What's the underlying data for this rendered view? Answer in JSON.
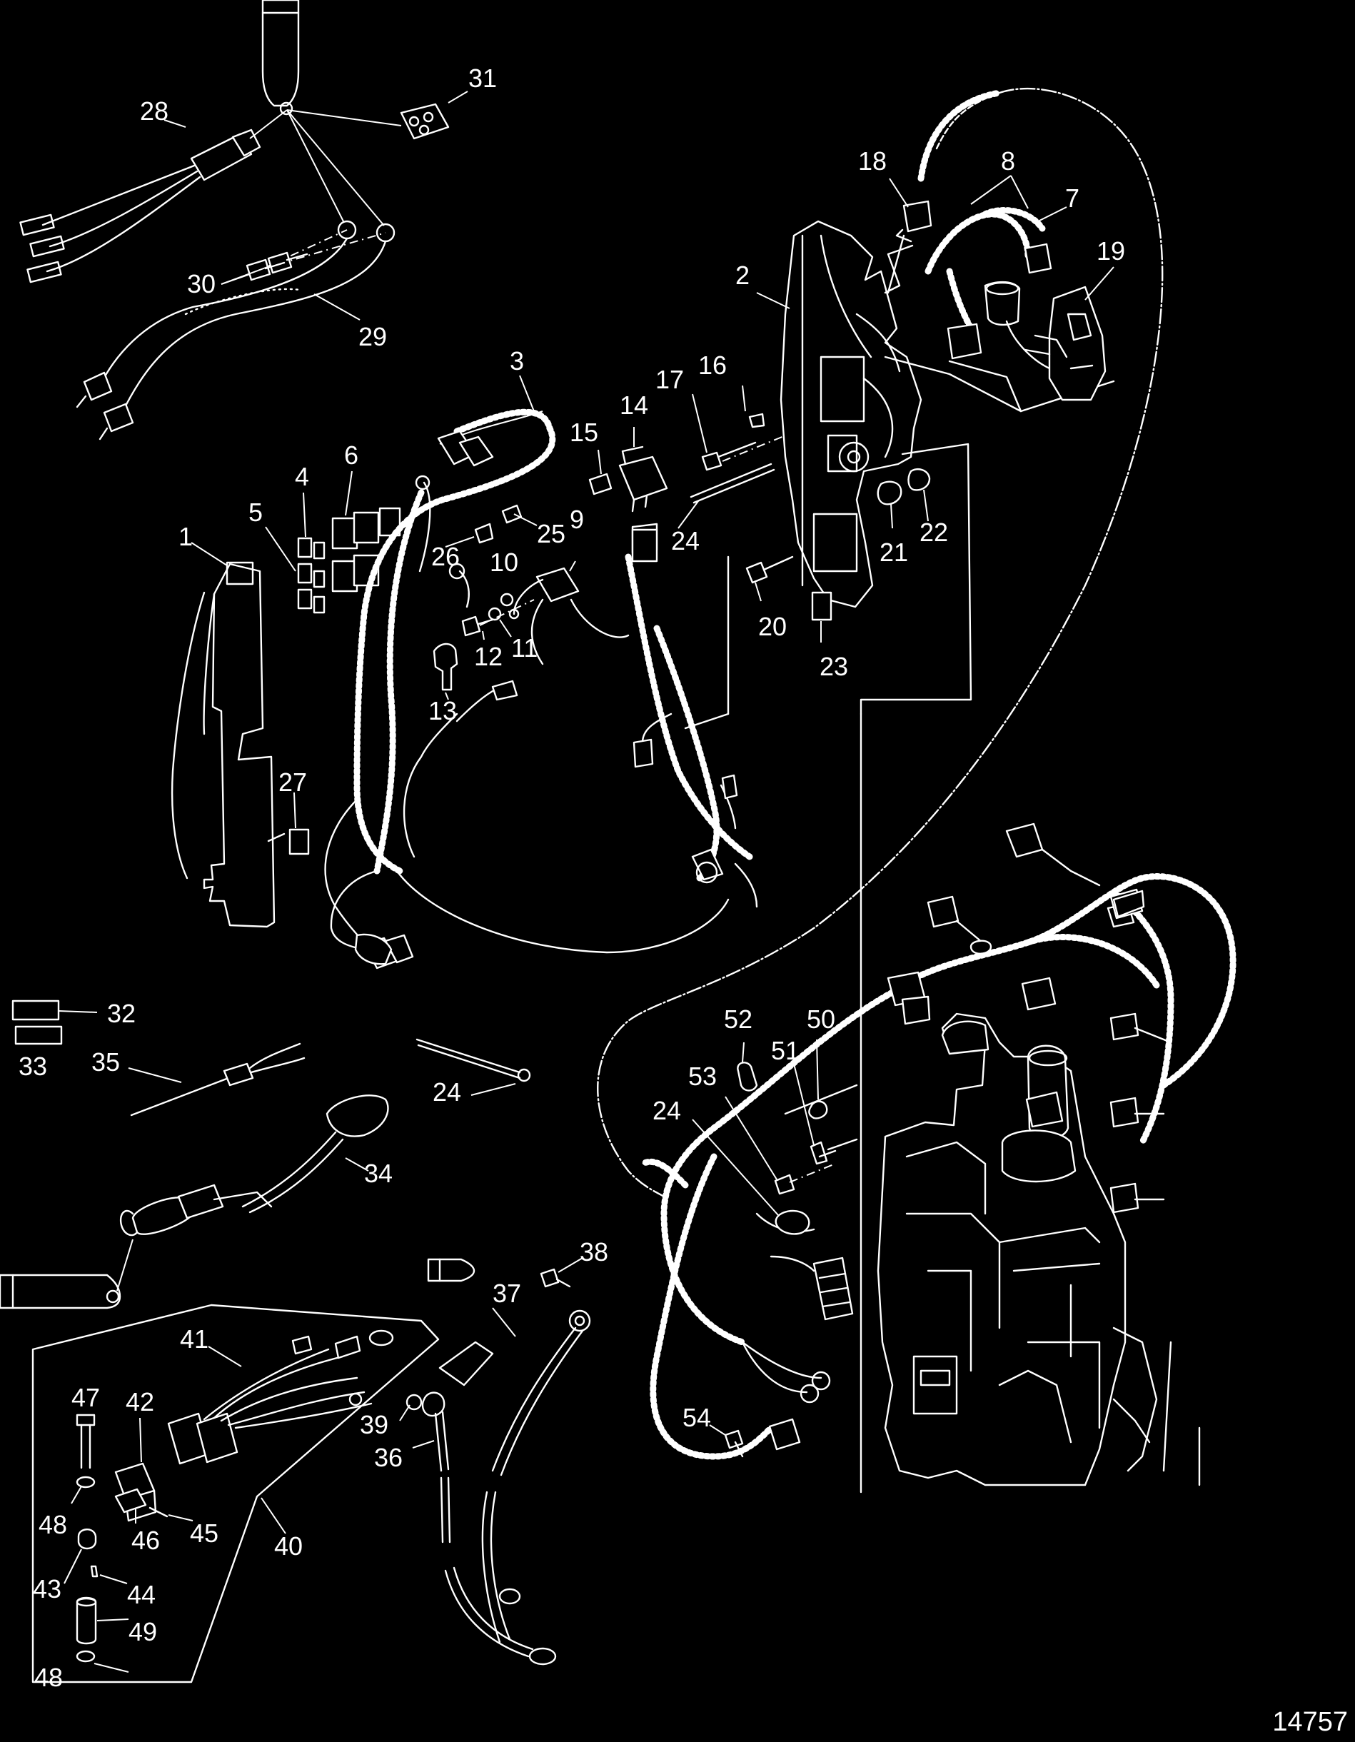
{
  "callouts": [
    "1",
    "2",
    "3",
    "4",
    "5",
    "6",
    "7",
    "8",
    "9",
    "10",
    "11",
    "12",
    "13",
    "14",
    "15",
    "16",
    "17",
    "18",
    "19",
    "20",
    "21",
    "22",
    "23",
    "24",
    "25",
    "26",
    "27",
    "28",
    "29",
    "30",
    "31",
    "32",
    "33",
    "34",
    "35",
    "36",
    "37",
    "38",
    "39",
    "40",
    "41",
    "42",
    "43",
    "44",
    "45",
    "46",
    "47",
    "48",
    "49",
    "50",
    "51",
    "52",
    "53",
    "54"
  ],
  "tube_labels": [
    "6"
  ],
  "figure_number": "14757",
  "colors": {
    "background": "#000000",
    "linework": "#ffffff"
  }
}
